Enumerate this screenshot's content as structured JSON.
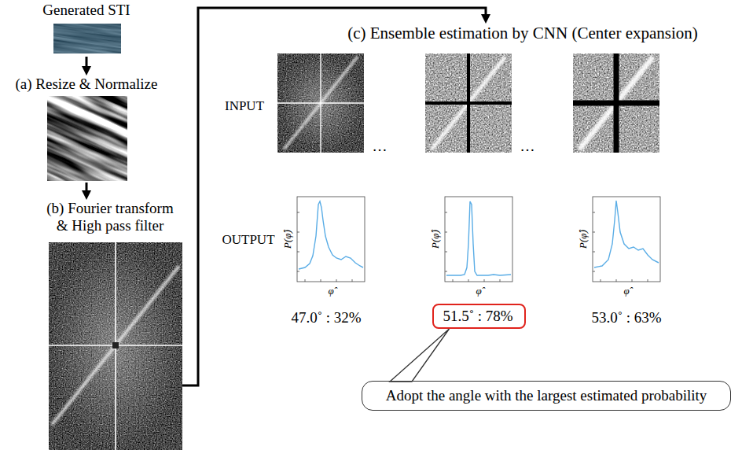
{
  "diagram": {
    "nodes": [
      {
        "text": [
          "Generated STI"
        ]
      },
      {
        "text": [
          "(a) Resize & Normalize"
        ]
      },
      {
        "text": [
          "(b) Fourier transform & High pass filter"
        ]
      },
      {
        "text": [
          "(c) Ensemble estimation by CNN (Center expansion)"
        ]
      },
      {
        "text": [
          "51.5˚ : 78%"
        ]
      },
      {
        "text": [
          "Adopt the angle with the largest estimated probability"
        ]
      }
    ],
    "edges": [
      {
        "from": 0,
        "to": 1,
        "arrow": "to"
      },
      {
        "from": 1,
        "to": 2,
        "arrow": "to"
      },
      {
        "from": 2,
        "to": 3,
        "arrow": "to"
      },
      {
        "from": 5,
        "to": 4,
        "arrow": "none"
      }
    ],
    "labels": [
      "INPUT",
      "…",
      "…",
      "OUTPUT",
      "P(φ̂)",
      "φ̂",
      "P(φ̂)",
      "φ̂",
      "P(φ̂)",
      "φ̂",
      "47.0˚ : 32%",
      "53.0˚ : 63%"
    ]
  }
}
